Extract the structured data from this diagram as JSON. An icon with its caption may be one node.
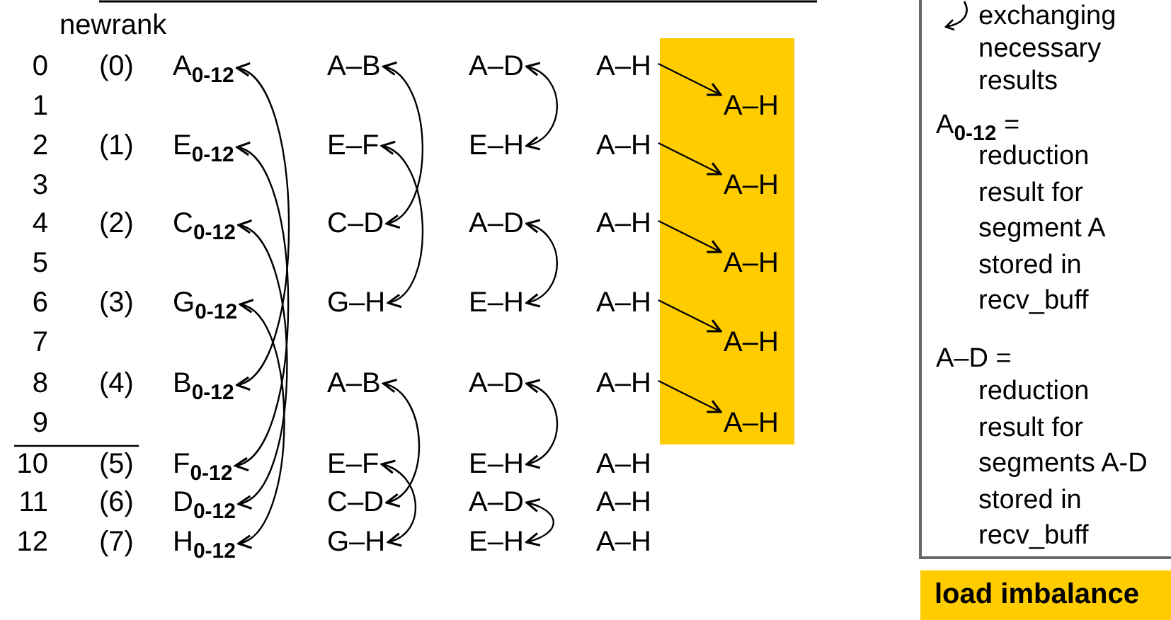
{
  "diagram": {
    "nodes": [
      {
        "text": [],
        "shape": "box"
      },
      {
        "text": [
          "A$_{0-12}$"
        ]
      },
      {
        "text": [
          "A–B"
        ]
      },
      {
        "text": [
          "A–D"
        ]
      },
      {
        "text": [
          "A–H"
        ]
      },
      {
        "text": [
          "A–H"
        ],
        "in": 0
      },
      {
        "text": [
          "E$_{0-12}$"
        ]
      },
      {
        "text": [
          "E–F"
        ]
      },
      {
        "text": [
          "E–H"
        ]
      },
      {
        "text": [
          "A–H"
        ]
      },
      {
        "text": [
          "A–H"
        ],
        "in": 0
      },
      {
        "text": [
          "C$_{0-12}$"
        ]
      },
      {
        "text": [
          "C–D"
        ]
      },
      {
        "text": [
          "A–D"
        ]
      },
      {
        "text": [
          "A–H"
        ]
      },
      {
        "text": [
          "A–H"
        ],
        "in": 0
      },
      {
        "text": [
          "G$_{0-12}$"
        ]
      },
      {
        "text": [
          "G–H"
        ]
      },
      {
        "text": [
          "E–H"
        ]
      },
      {
        "text": [
          "A–H"
        ]
      },
      {
        "text": [
          "A–H"
        ],
        "in": 0
      },
      {
        "text": [
          "B$_{0-12}$"
        ]
      },
      {
        "text": [
          "A–B"
        ]
      },
      {
        "text": [
          "A–D"
        ]
      },
      {
        "text": [
          "A–H"
        ]
      },
      {
        "text": [
          "A–H"
        ],
        "in": 0
      },
      {
        "text": [
          "F$_{0-12}$"
        ]
      },
      {
        "text": [
          "E–F"
        ]
      },
      {
        "text": [
          "E–H"
        ]
      },
      {
        "text": [
          "A–H"
        ]
      },
      {
        "text": [
          "D$_{0-12}$"
        ]
      },
      {
        "text": [
          "C–D"
        ]
      },
      {
        "text": [
          "A–D"
        ]
      },
      {
        "text": [
          "A–H"
        ]
      },
      {
        "text": [
          "H$_{0-12}$"
        ]
      },
      {
        "text": [
          "G–H"
        ]
      },
      {
        "text": [
          "E–H"
        ]
      },
      {
        "text": [
          "A–H"
        ]
      }
    ],
    "edges": [
      {
        "from": 1,
        "to": 21,
        "arrow": "both"
      },
      {
        "from": 6,
        "to": 26,
        "arrow": "both"
      },
      {
        "from": 11,
        "to": 30,
        "arrow": "both"
      },
      {
        "from": 16,
        "to": 34,
        "arrow": "both"
      },
      {
        "from": 2,
        "to": 12,
        "arrow": "both"
      },
      {
        "from": 7,
        "to": 17,
        "arrow": "both"
      },
      {
        "from": 22,
        "to": 31,
        "arrow": "both"
      },
      {
        "from": 27,
        "to": 35,
        "arrow": "both"
      },
      {
        "from": 3,
        "to": 8,
        "arrow": "both"
      },
      {
        "from": 13,
        "to": 18,
        "arrow": "both"
      },
      {
        "from": 23,
        "to": 28,
        "arrow": "both"
      },
      {
        "from": 32,
        "to": 36,
        "arrow": "both"
      },
      {
        "from": 4,
        "to": 5,
        "arrow": "to"
      },
      {
        "from": 9,
        "to": 10,
        "arrow": "to"
      },
      {
        "from": 14,
        "to": 15,
        "arrow": "to"
      },
      {
        "from": 19,
        "to": 20,
        "arrow": "to"
      },
      {
        "from": 24,
        "to": 25,
        "arrow": "to"
      }
    ],
    "labels": [
      "newrank",
      "0",
      "(0)",
      "1",
      "2",
      "(1)",
      "3",
      "4",
      "(2)",
      "5",
      "6",
      "(3)",
      "7",
      "8",
      "(4)",
      "9",
      "10",
      "(5)",
      "11",
      "(6)",
      "12",
      "(7)",
      "A$_{0-12}$ =",
      "reduction result for segment A stored in recv_buff",
      "A–D =",
      "reduction result for segments A-D stored in recv_buff"
    ],
    "legend": [
      {
        "text": "exchanging necessary results"
      },
      {
        "text": "load imbalance",
        "color": "#ffcc00"
      }
    ]
  }
}
